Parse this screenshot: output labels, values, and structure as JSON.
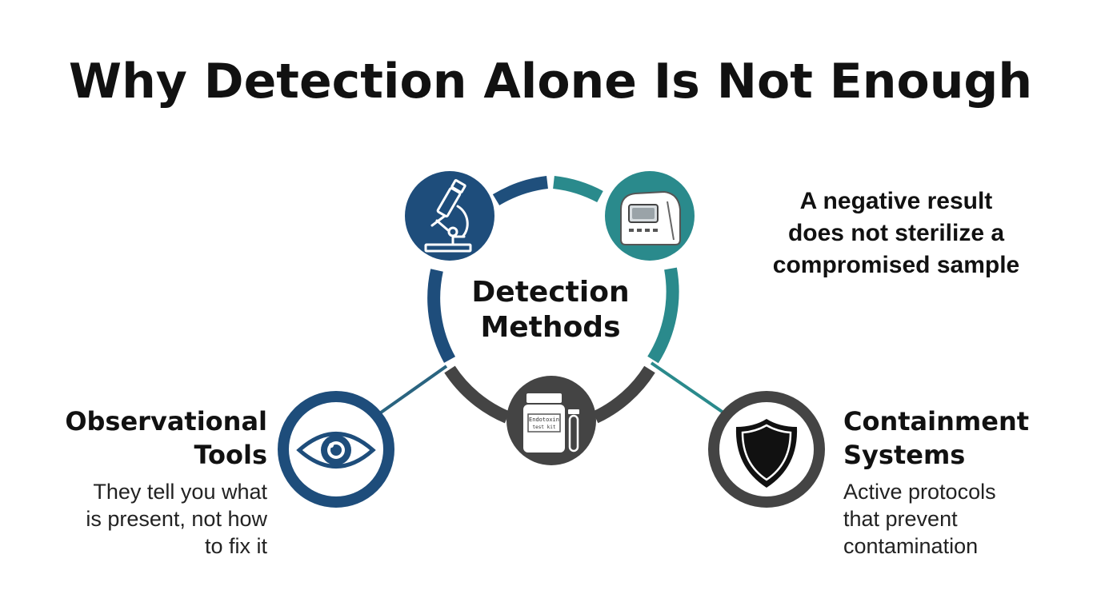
{
  "title": "Why Detection Alone Is Not Enough",
  "center": {
    "line1": "Detection",
    "line2": "Methods"
  },
  "callout": {
    "line1": "A negative result",
    "line2": "does not sterilize a",
    "line3": "compromised sample"
  },
  "left": {
    "title_line1": "Observational",
    "title_line2": "Tools",
    "desc_line1": "They tell you what",
    "desc_line2": "is present, not how",
    "desc_line3": "to fix it"
  },
  "right": {
    "title_line1": "Containment",
    "title_line2": "Systems",
    "desc_line1": "Active protocols",
    "desc_line2": "that prevent",
    "desc_line3": "contamination"
  },
  "reagent_label": {
    "line1": "Endotoxin",
    "line2": "test kit"
  },
  "icons": [
    "microscope-icon",
    "incubator-icon",
    "reagent-kit-icon",
    "eye-icon",
    "shield-icon"
  ],
  "colors": {
    "blue": "#1e4d7b",
    "teal": "#2a8a8c",
    "gray": "#444444"
  }
}
